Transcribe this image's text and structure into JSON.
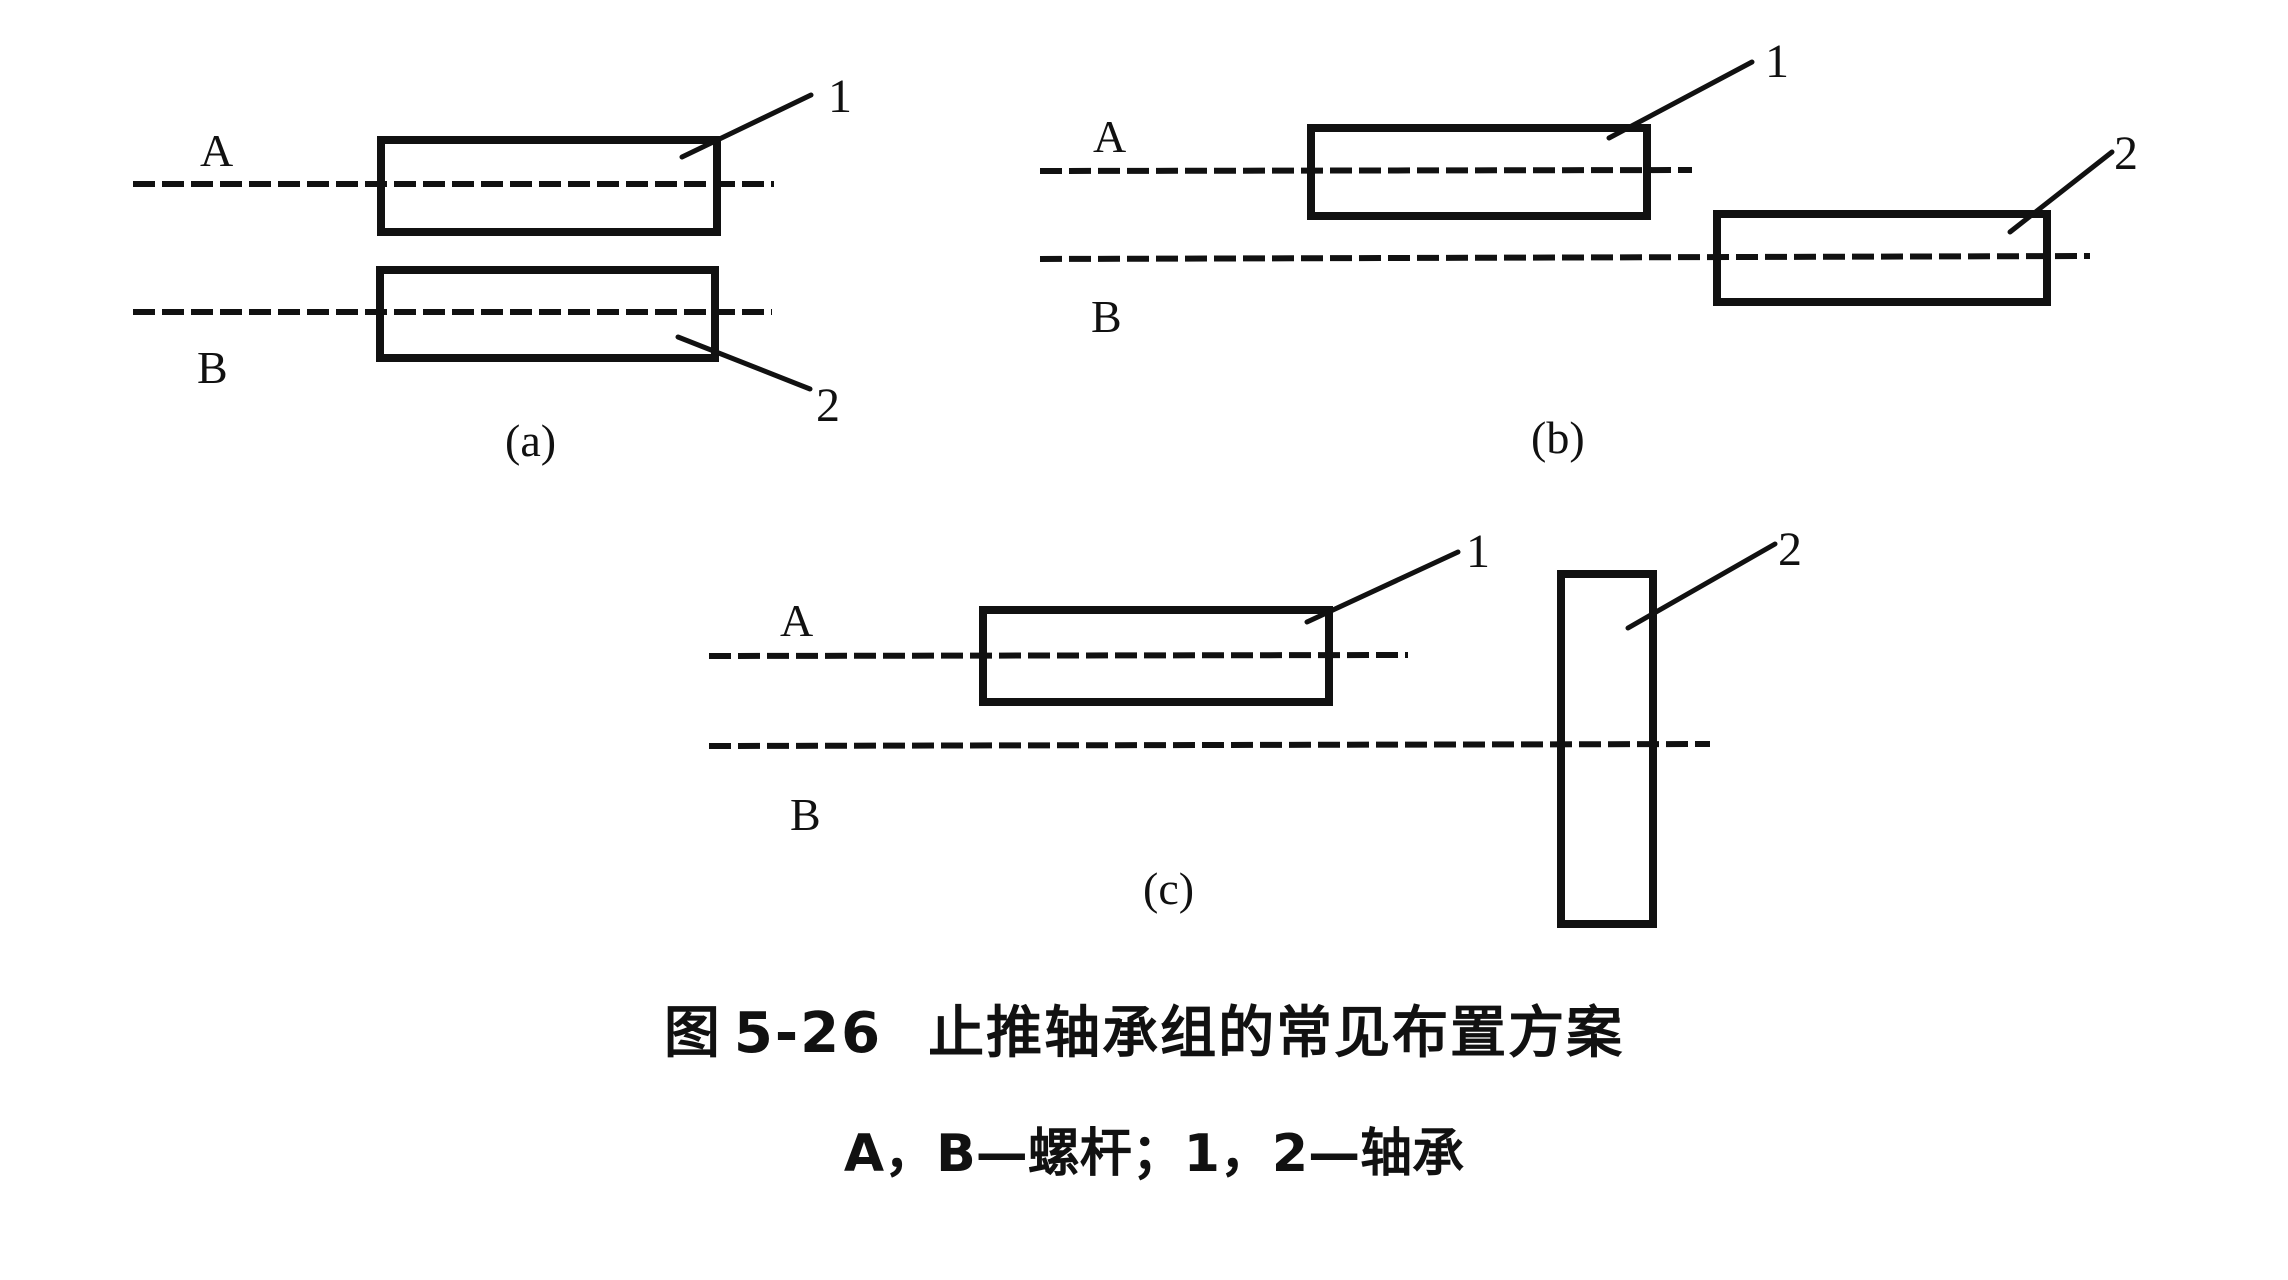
{
  "figure": {
    "panels": [
      {
        "id": "a",
        "caption": "(a)",
        "screw_labels": {
          "A": "A",
          "B": "B"
        },
        "bearing_labels": [
          "1",
          "2"
        ],
        "arrangement": "bearings 1 and 2 side by side, each on its own screw (A and B), aligned"
      },
      {
        "id": "b",
        "caption": "(b)",
        "screw_labels": {
          "A": "A",
          "B": "B"
        },
        "bearing_labels": [
          "1",
          "2"
        ],
        "arrangement": "bearings 1 and 2 staggered, bearing 2 offset to the right on screw B"
      },
      {
        "id": "c",
        "caption": "(c)",
        "screw_labels": {
          "A": "A",
          "B": "B"
        },
        "bearing_labels": [
          "1",
          "2"
        ],
        "arrangement": "bearing 1 horizontal on screw A, bearing 2 vertical on screw B"
      }
    ],
    "title": {
      "prefix": "图",
      "number": "5-26",
      "text": "止推轴承组的常见布置方案"
    },
    "legend": "A，B—螺杆；1，2—轴承"
  }
}
